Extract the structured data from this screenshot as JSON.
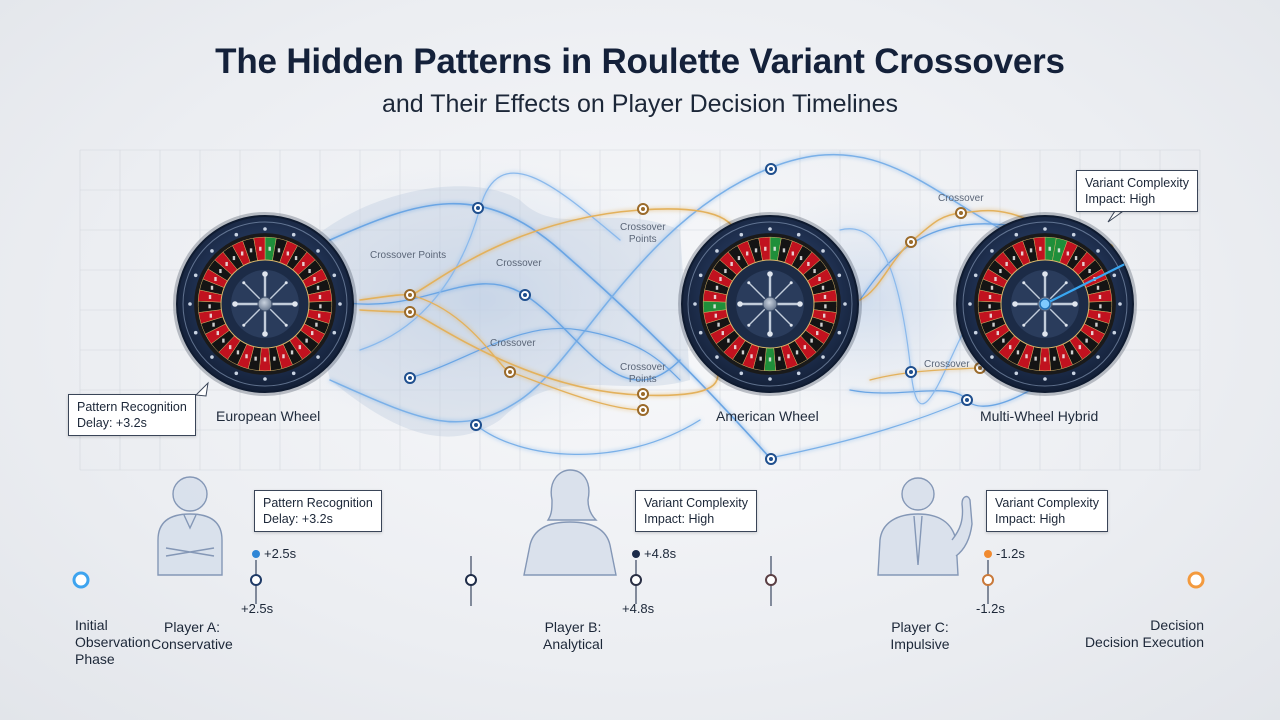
{
  "title": "The Hidden Patterns in Roulette Variant Crossovers",
  "subtitle": "and Their Effects on Player Decision Timelines",
  "wheels": {
    "european": "European Wheel",
    "american": "American Wheel",
    "hybrid": "Multi-Wheel Hybrid"
  },
  "flow_labels": {
    "crossover_points_1": "Crossover Points",
    "crossover_1": "Crossover",
    "crossover_2": "Crossover",
    "crossover_points_2_l1": "Crossover",
    "crossover_points_2_l2": "Points",
    "crossover_points_3_l1": "Crossover",
    "crossover_points_3_l2": "Points",
    "crossover_3": "Crossover",
    "crossover_4": "Crossover"
  },
  "upper_callouts": {
    "left": [
      "Pattern Recognition",
      "Delay: +3.2s"
    ],
    "right": [
      "Variant Complexity",
      "Impact: High"
    ]
  },
  "timeline_callouts": [
    [
      "Pattern Recognition",
      "Delay: +3.2s"
    ],
    [
      "Variant Complexity",
      "Impact: High"
    ],
    [
      "Variant Complexity",
      "Impact: High"
    ]
  ],
  "timeline_notes": {
    "a_above": "+2.5s",
    "a_below": "+2.5s",
    "b_above": "+4.8s",
    "b_below": "+4.8s",
    "c_above": "-1.2s",
    "c_below": "-1.2s"
  },
  "phases": {
    "initial": [
      "Initial",
      "Observation",
      "Phase"
    ],
    "player_a": [
      "Player A:",
      "Conservative"
    ],
    "player_b": [
      "Player B:",
      "Analytical"
    ],
    "player_c": [
      "Player C:",
      "Impulsive"
    ],
    "decision": [
      "Decision",
      "Decision Execution"
    ]
  },
  "colors": {
    "navy": "#1c2b4a",
    "blue_flow": "#4a90d9",
    "gold_flow": "#e0a84a",
    "orange": "#f08a30",
    "red_pocket": "#c1121f",
    "green_pocket": "#1f8f3a"
  }
}
